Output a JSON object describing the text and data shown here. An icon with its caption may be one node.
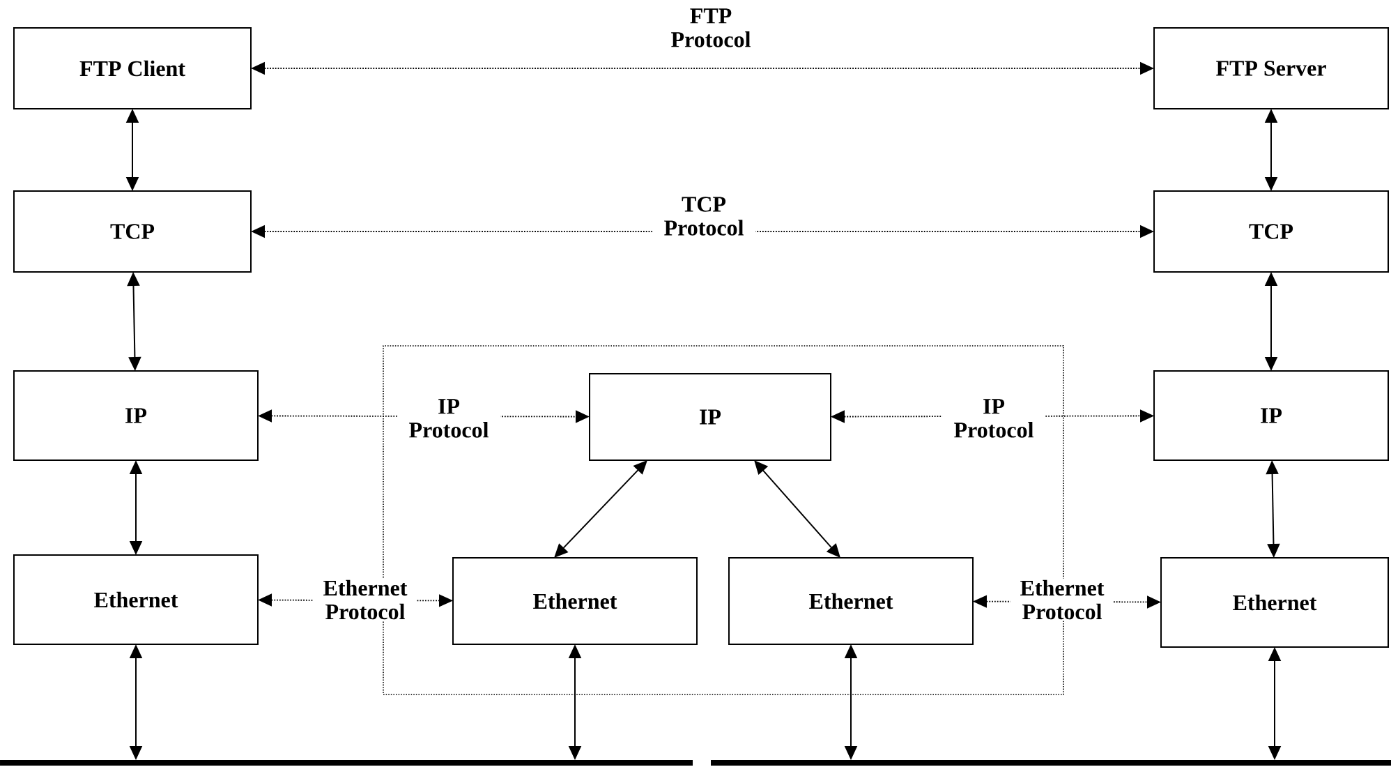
{
  "diagram": {
    "nodes": [
      {
        "text": [
          "FTP Client"
        ]
      },
      {
        "text": [
          "FTP Server"
        ]
      },
      {
        "text": [
          "TCP"
        ]
      },
      {
        "text": [
          "TCP"
        ]
      },
      {
        "text": [
          "IP"
        ]
      },
      {
        "text": [],
        "shape": "box"
      },
      {
        "text": [
          "IP"
        ],
        "in": 5
      },
      {
        "text": [
          "IP"
        ]
      },
      {
        "text": [
          "Ethernet"
        ]
      },
      {
        "text": [
          "Ethernet"
        ],
        "in": 5
      },
      {
        "text": [
          "Ethernet"
        ],
        "in": 5
      },
      {
        "text": [
          "Ethernet"
        ]
      },
      {
        "text": [],
        "shape": "bar"
      },
      {
        "text": [],
        "shape": "bar"
      }
    ],
    "edges": [
      {
        "from": 0,
        "to": 1,
        "arrow": "both",
        "style": "dashed",
        "label": "FTP Protocol"
      },
      {
        "from": 0,
        "to": 2,
        "arrow": "both"
      },
      {
        "from": 1,
        "to": 3,
        "arrow": "both"
      },
      {
        "from": 2,
        "to": 3,
        "arrow": "both",
        "style": "dashed",
        "label": "TCP Protocol"
      },
      {
        "from": 2,
        "to": 4,
        "arrow": "both"
      },
      {
        "from": 3,
        "to": 7,
        "arrow": "both"
      },
      {
        "from": 4,
        "to": 6,
        "arrow": "both",
        "style": "dashed",
        "label": "IP Protocol"
      },
      {
        "from": 6,
        "to": 7,
        "arrow": "both",
        "style": "dashed",
        "label": "IP Protocol"
      },
      {
        "from": 6,
        "to": 9,
        "arrow": "both"
      },
      {
        "from": 6,
        "to": 10,
        "arrow": "both"
      },
      {
        "from": 4,
        "to": 8,
        "arrow": "both"
      },
      {
        "from": 7,
        "to": 11,
        "arrow": "both"
      },
      {
        "from": 8,
        "to": 9,
        "arrow": "both",
        "style": "dashed",
        "label": "Ethernet Protocol"
      },
      {
        "from": 10,
        "to": 11,
        "arrow": "both",
        "style": "dashed",
        "label": "Ethernet Protocol"
      },
      {
        "from": 8,
        "to": 12,
        "arrow": "both"
      },
      {
        "from": 9,
        "to": 12,
        "arrow": "both"
      },
      {
        "from": 10,
        "to": 13,
        "arrow": "both"
      },
      {
        "from": 11,
        "to": 13,
        "arrow": "both"
      }
    ]
  }
}
